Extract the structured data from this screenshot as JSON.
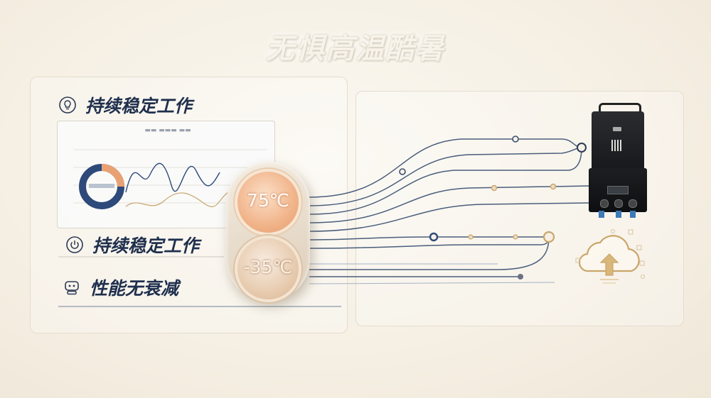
{
  "headline": "无惧高温酷暑",
  "features": [
    {
      "label": "持续稳定工作",
      "icon": "lightbulb-icon"
    },
    {
      "label": "持续稳定工作",
      "icon": "power-icon"
    },
    {
      "label": "性能无衰减",
      "icon": "robot-icon"
    }
  ],
  "gauge": {
    "hot_temp": "75℃",
    "cold_temp": "-35℃"
  },
  "colors": {
    "accent_orange": "#e9a173",
    "navy": "#1f2f4d",
    "gold": "#c9a66b",
    "line_blue": "#4a5e7c"
  }
}
